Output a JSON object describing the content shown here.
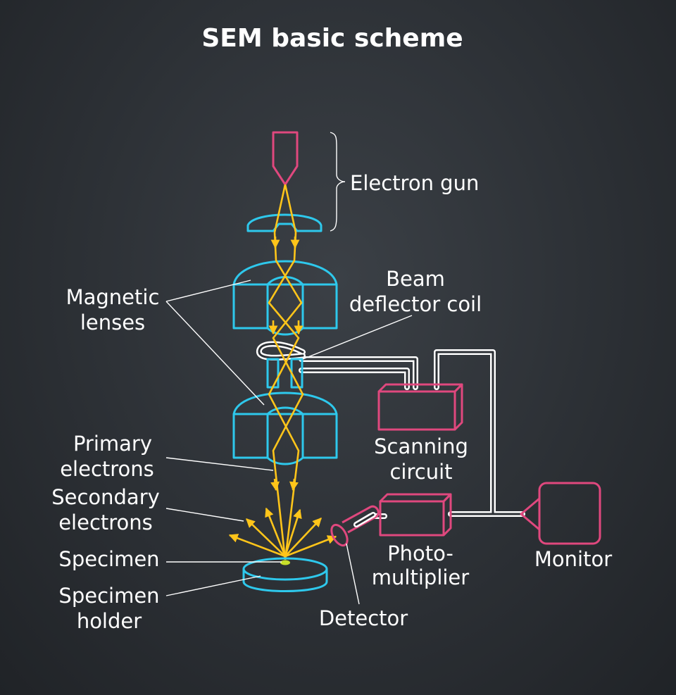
{
  "title": "SEM basic scheme",
  "labels": {
    "electron_gun": "Electron gun",
    "beam_deflector_coil_line1": "Beam",
    "beam_deflector_coil_line2": "deflector coil",
    "magnetic_lenses_line1": "Magnetic",
    "magnetic_lenses_line2": "lenses",
    "primary_electrons_line1": "Primary",
    "primary_electrons_line2": "electrons",
    "secondary_electrons_line1": "Secondary",
    "secondary_electrons_line2": "electrons",
    "specimen": "Specimen",
    "specimen_holder_line1": "Specimen",
    "specimen_holder_line2": "holder",
    "scanning_circuit_line1": "Scanning",
    "scanning_circuit_line2": "circuit",
    "photomultiplier_line1": "Photo-",
    "photomultiplier_line2": "multiplier",
    "monitor": "Monitor",
    "detector": "Detector"
  },
  "colors": {
    "background": "#2c3035",
    "beam": "#ffc51a",
    "lens": "#2ec8ec",
    "component": "#e0487e",
    "wire": "#ffffff",
    "text": "#ffffff"
  }
}
